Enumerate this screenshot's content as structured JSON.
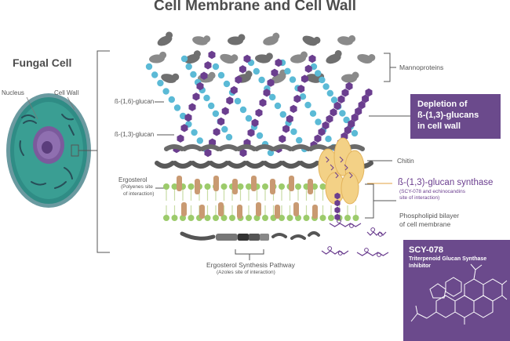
{
  "title": "Cell Membrane and Cell Wall",
  "fungal_cell": {
    "heading": "Fungal Cell",
    "nucleus": "Nucleus",
    "cell_wall": "Cell Wall"
  },
  "labels": {
    "mannoproteins": "Mannoproteins",
    "b16_glucan": "ß-(1,6)-glucan",
    "b13_glucan": "ß-(1,3)-glucan",
    "chitin": "Chitin",
    "ergosterol_line1": "Ergosterol",
    "ergosterol_line2": "(Polyenes site",
    "ergosterol_line3": "of interaction)",
    "synthase_title": "ß-(1,3)-glucan synthase",
    "synthase_sub1": "(SCY-078 and echinocandins",
    "synthase_sub2": "site of interaction)",
    "bilayer_line1": "Phospholipid bilayer",
    "bilayer_line2": "of cell membrane",
    "pathway_title": "Ergosterol Synthesis Pathway",
    "pathway_sub": "(Azoles site of interaction)"
  },
  "depletion_box": {
    "line1": "Depletion of",
    "line2": "ß-(1,3)-glucans",
    "line3": "in cell wall"
  },
  "scy_box": {
    "title": "SCY-078",
    "line1": "Triterpenoid Glucan Synthase",
    "line2": "Inhibitor"
  },
  "colors": {
    "purple": "#6b3e8f",
    "box_purple": "#6b4a8c",
    "teal_cell": "#2d8f87",
    "blue_beads": "#5bbad6",
    "grey_mannoprotein": "#6f6f6f",
    "green_lipid": "#9ccb6b",
    "tan_ergosterol": "#c99a72",
    "synthase_yellow": "#f3d186"
  },
  "icons": [
    "fungal-cell-icon",
    "molecule-structure-icon"
  ]
}
